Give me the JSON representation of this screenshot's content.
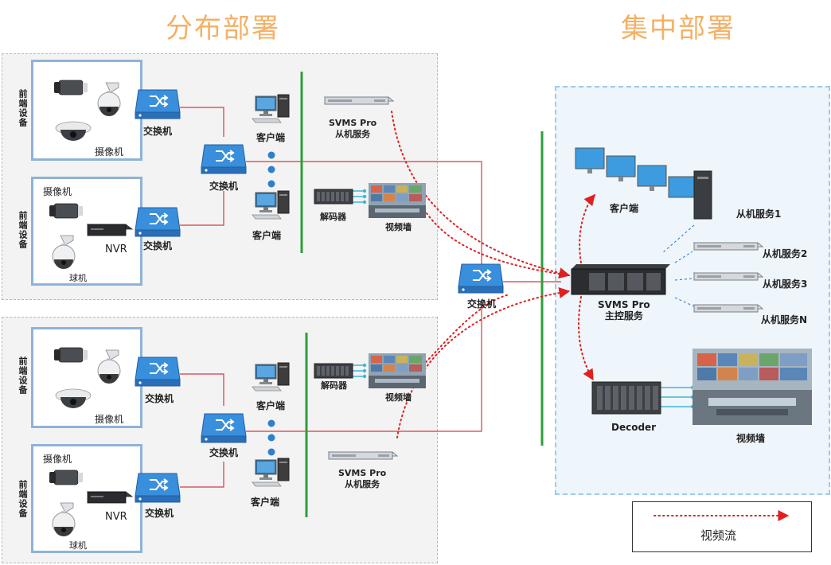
{
  "titles": {
    "left": "分布部署",
    "right": "集中部署"
  },
  "labels": {
    "front_device": "前端设备",
    "camera": "摄像机",
    "switch": "交换机",
    "client": "客户端",
    "decoder": "解码器",
    "video_wall": "视频墙",
    "nvr": "NVR",
    "dome": "球机",
    "svms_pro": "SVMS Pro",
    "slave_service": "从机服务",
    "master_service": "主控服务",
    "slave_1": "从机服务1",
    "slave_2": "从机服务2",
    "slave_3": "从机服务3",
    "slave_n": "从机服务N",
    "decoder_en": "Decoder"
  },
  "legend": {
    "label": "视频流"
  },
  "colors": {
    "title": "#f4b066",
    "link": "#d9393e",
    "bus": "#2e9e3a",
    "device_blue": "#2f7fd0"
  }
}
